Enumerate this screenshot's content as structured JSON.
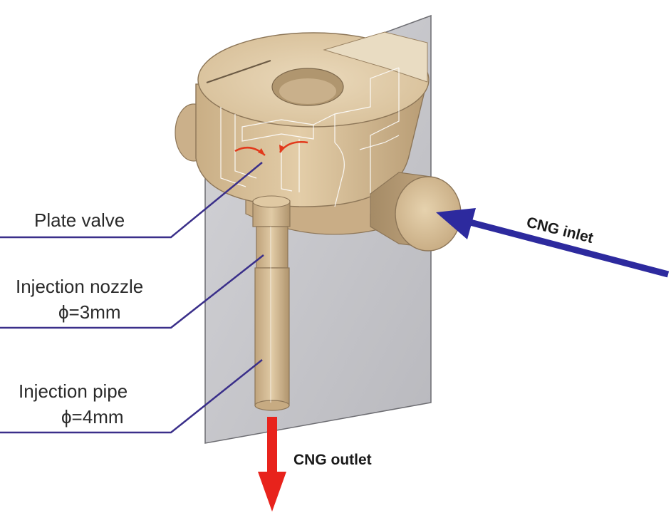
{
  "labels": {
    "plate_valve": "Plate valve",
    "injection_nozzle": "Injection nozzle",
    "injection_nozzle_dim": "ϕ=3mm",
    "injection_pipe": "Injection pipe",
    "injection_pipe_dim": "ϕ=4mm",
    "cng_inlet": "CNG inlet",
    "cng_outlet": "CNG outlet"
  },
  "colors": {
    "body": "#d9c3a0",
    "body_light": "#e8d8bc",
    "body_dark": "#b39b78",
    "section_plane": "#c8c8cc",
    "leader_line": "#3a2f8a",
    "inlet_arrow": "#2d2a9e",
    "outlet_arrow": "#e8231c",
    "valve_flow": "#e23a1c"
  }
}
